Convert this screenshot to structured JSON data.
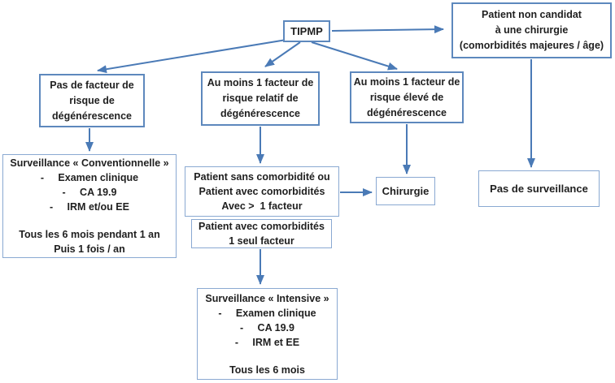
{
  "colors": {
    "arrow": "#4a7ab6",
    "box_border_light": "#8aa9d2",
    "box_border_dark": "#5d88bd",
    "text": "#1f1f1f",
    "background": "#ffffff"
  },
  "nodes": {
    "tipmp": {
      "label": "TIPMP"
    },
    "patient_non_candidat": {
      "lines": [
        "Patient non candidat",
        "à une chirurgie",
        "(comorbidités majeures / âge)"
      ]
    },
    "pas_facteur": {
      "lines": [
        "Pas de facteur de",
        "risque de",
        "dégénérescence"
      ]
    },
    "facteur_relatif": {
      "lines": [
        "Au moins 1 facteur de",
        "risque relatif de",
        "dégénérescence"
      ]
    },
    "facteur_eleve": {
      "lines": [
        "Au moins 1 facteur de",
        "risque élevé de",
        "dégénérescence"
      ]
    },
    "surv_conventionnelle": {
      "title": "Surveillance « Conventionnelle »",
      "items": [
        "-     Examen clinique",
        "-     CA 19.9",
        "-     IRM et/ou EE"
      ],
      "footer": [
        "Tous les 6 mois pendant 1 an",
        "Puis 1 fois / an"
      ]
    },
    "patient_sans_comorbidite": {
      "lines": [
        "Patient sans comorbidité ou",
        "Patient avec comorbidités",
        "Avec >  1 facteur"
      ]
    },
    "patient_avec_comorbidites": {
      "lines": [
        "Patient avec comorbidités",
        "1 seul facteur"
      ]
    },
    "chirurgie": {
      "label": "Chirurgie"
    },
    "pas_de_surveillance": {
      "label": "Pas de surveillance"
    },
    "surv_intensive": {
      "title": "Surveillance « Intensive »",
      "items": [
        "-     Examen clinique",
        "-     CA 19.9",
        "-     IRM et EE"
      ],
      "footer": [
        "Tous les 6 mois"
      ]
    }
  },
  "edges": [
    {
      "from": "tipmp",
      "to": "patient_non_candidat"
    },
    {
      "from": "tipmp",
      "to": "pas_facteur"
    },
    {
      "from": "tipmp",
      "to": "facteur_relatif"
    },
    {
      "from": "tipmp",
      "to": "facteur_eleve"
    },
    {
      "from": "pas_facteur",
      "to": "surv_conventionnelle"
    },
    {
      "from": "facteur_relatif",
      "to": "patient_sans_comorbidite"
    },
    {
      "from": "facteur_eleve",
      "to": "chirurgie"
    },
    {
      "from": "patient_non_candidat",
      "to": "pas_de_surveillance"
    },
    {
      "from": "patient_sans_comorbidite",
      "to": "chirurgie"
    },
    {
      "from": "patient_avec_comorbidites",
      "to": "surv_intensive"
    }
  ]
}
